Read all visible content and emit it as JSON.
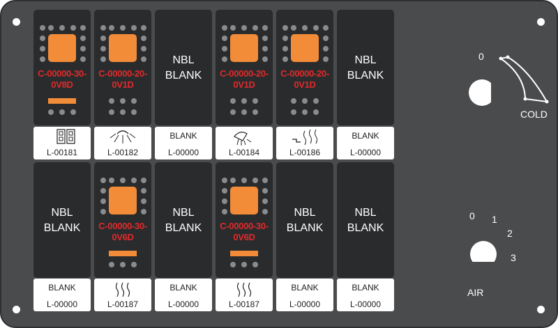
{
  "top_row": [
    {
      "type": "rocker",
      "part": [
        "C-00000-30-",
        "0V8D"
      ],
      "bar": true,
      "icon": "dual-outlet-icon",
      "label": "L-00181"
    },
    {
      "type": "rocker",
      "part": [
        "C-00000-20-",
        "0V1D"
      ],
      "bar": false,
      "icon": "sun-light-icon",
      "label": "L-00182"
    },
    {
      "type": "blank",
      "blank": [
        "NBL",
        "BLANK"
      ],
      "icon_text": "BLANK",
      "label": "L-00000"
    },
    {
      "type": "rocker",
      "part": [
        "C-00000-20-",
        "0V1D"
      ],
      "bar": false,
      "icon": "shower-light-icon",
      "label": "L-00184"
    },
    {
      "type": "rocker",
      "part": [
        "C-00000-20-",
        "0V1D"
      ],
      "bar": false,
      "icon": "step-heat-icon",
      "label": "L-00186"
    },
    {
      "type": "blank",
      "blank": [
        "NBL",
        "BLANK"
      ],
      "icon_text": "BLANK",
      "label": "L-00000"
    }
  ],
  "bottom_row": [
    {
      "type": "blank",
      "blank": [
        "NBL",
        "BLANK"
      ],
      "icon_text": "BLANK",
      "label": "L-00000"
    },
    {
      "type": "rocker",
      "part": [
        "C-00000-30-",
        "0V6D"
      ],
      "bar": true,
      "icon": "heat-waves-icon",
      "label": "L-00187"
    },
    {
      "type": "blank",
      "blank": [
        "NBL",
        "BLANK"
      ],
      "icon_text": "BLANK",
      "label": "L-00000"
    },
    {
      "type": "rocker",
      "part": [
        "C-00000-30-",
        "0V6D"
      ],
      "bar": true,
      "icon": "heat-waves-icon",
      "label": "L-00187"
    },
    {
      "type": "blank",
      "blank": [
        "NBL",
        "BLANK"
      ],
      "icon_text": "BLANK",
      "label": "L-00000"
    },
    {
      "type": "blank",
      "blank": [
        "NBL",
        "BLANK"
      ],
      "icon_text": "BLANK",
      "label": "L-00000"
    }
  ],
  "temp_control": {
    "zero": "0",
    "cold": "COLD"
  },
  "air_control": {
    "positions": [
      "0",
      "1",
      "2",
      "3"
    ],
    "label": "AIR"
  },
  "colors": {
    "panel": "#4a4b4d",
    "switch": "#2a2b2d",
    "orange": "#f28c38",
    "part_text": "#e02a2a"
  }
}
